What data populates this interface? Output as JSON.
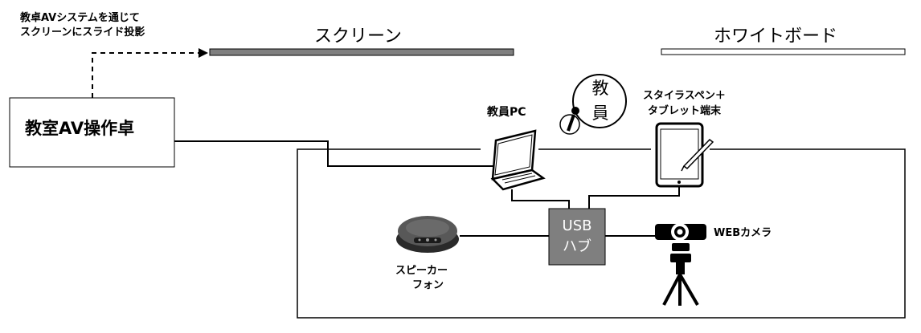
{
  "diagram": {
    "screen_label": "スクリーン",
    "whiteboard_label": "ホワイトボード",
    "projection_note_line1": "教卓AVシステムを通じて",
    "projection_note_line2": "スクリーンにスライド投影",
    "av_desk_label": "教室AV操作卓",
    "laptop_label": "教員PC",
    "microphone_label_line1": "教",
    "microphone_label_line2": "員",
    "tablet_label_line1": "スタイラスペン＋",
    "tablet_label_line2": "タブレット端末",
    "hub_label_line1": "USB",
    "hub_label_line2": "ハブ",
    "speaker_label_line1": "スピーカー",
    "speaker_label_line2": "フォン",
    "webcam_label": "WEBカメラ"
  },
  "colors": {
    "screen_bar": "#7f7f7f",
    "hub_fill": "#7f7f7f",
    "line": "#000000"
  },
  "icons": [
    "laptop-icon",
    "tablet-icon",
    "stylus-icon",
    "microphone-icon",
    "speakerphone-icon",
    "webcam-icon",
    "tripod-icon"
  ]
}
